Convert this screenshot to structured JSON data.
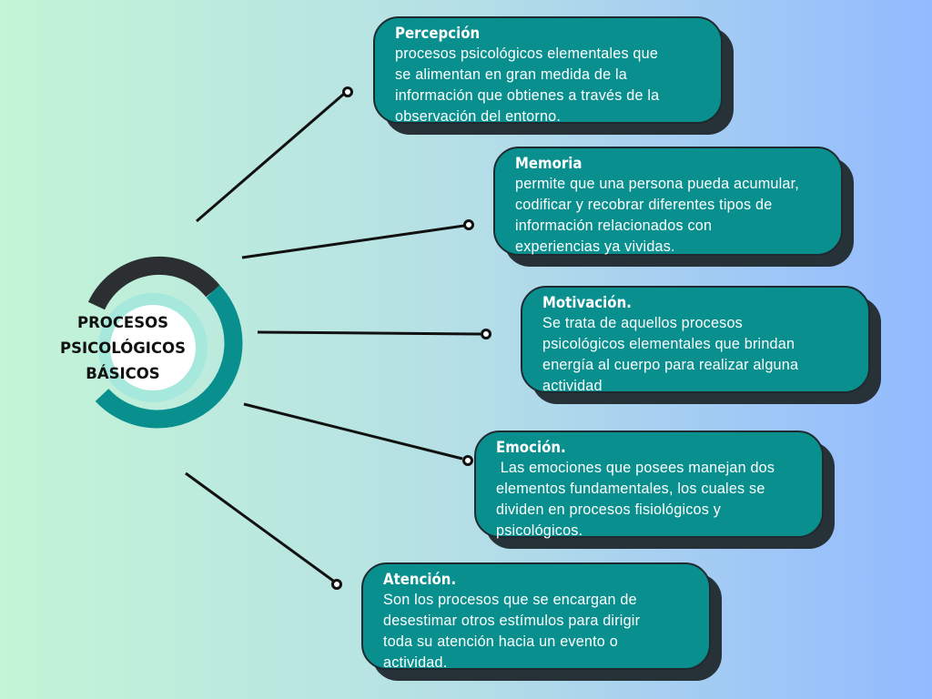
{
  "colors": {
    "box_fill": "#0a8f8f",
    "box_border": "#1f2a30",
    "box_shadow": "#263238",
    "ring_dark": "#2b2f31",
    "ring_teal": "#0a8f8f",
    "ring_light": "#a6e8dc",
    "center_fill": "#ffffff",
    "connector": "#111111"
  },
  "center": {
    "line1": "PROCESOS",
    "line2": "PSICOLÓGICOS",
    "line3": "BÁSICOS"
  },
  "items": [
    {
      "title": "Percepción",
      "lines": [
        "procesos psicológicos elementales que",
        "se alimentan en gran medida de la",
        "información que obtienes a través de la",
        "observación del entorno."
      ]
    },
    {
      "title": "Memoria",
      "lines": [
        "permite que una persona pueda acumular,",
        "codificar y recobrar diferentes tipos de",
        "información relacionados con",
        "experiencias ya vividas."
      ]
    },
    {
      "title": "Motivación.",
      "lines": [
        "Se trata de aquellos procesos",
        "psicológicos elementales que brindan",
        "energía al cuerpo para realizar alguna",
        "actividad"
      ]
    },
    {
      "title": "Emoción.",
      "lines": [
        " Las emociones que posees manejan dos",
        "elementos fundamentales, los cuales se",
        "dividen en procesos fisiológicos y",
        "psicológicos."
      ]
    },
    {
      "title": "Atención.",
      "lines": [
        "Son los procesos que se encargan de",
        "desestimar otros estímulos para dirigir",
        "toda su atención hacia un evento o",
        "actividad."
      ]
    }
  ]
}
